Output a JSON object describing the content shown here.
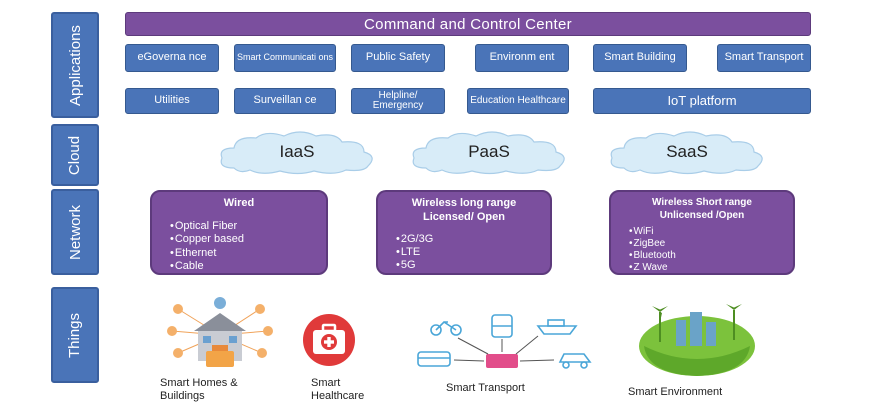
{
  "layers": [
    "Applications",
    "Cloud",
    "Network",
    "Things"
  ],
  "banner": "Command and Control Center",
  "apps_row1": [
    "eGoverna nce",
    "Smart Communicati ons",
    "Public Safety",
    "Environm ent",
    "Smart Building",
    "Smart Transport"
  ],
  "apps_row2": [
    "Utilities",
    "Surveillan ce",
    "Helpline/ Emergency",
    "Education Healthcare",
    "IoT platform"
  ],
  "clouds": [
    "IaaS",
    "PaaS",
    "SaaS"
  ],
  "networks": [
    {
      "title": "Wired",
      "items": [
        "Optical Fiber",
        "Copper based",
        "Ethernet",
        "Cable"
      ]
    },
    {
      "title": "Wireless long range Licensed/ Open",
      "items": [
        "2G/3G",
        "LTE",
        "5G"
      ]
    },
    {
      "title": "Wireless Short range Unlicensed /Open",
      "items": [
        "WiFi",
        "ZigBee",
        "Bluetooth",
        "Z Wave"
      ]
    }
  ],
  "things": [
    "Smart Homes & Buildings",
    "Smart Healthcare",
    "Smart Transport",
    "Smart Environment"
  ],
  "colors": {
    "blue": "#4a74b8",
    "purple": "#7b4f9e",
    "cloud": "#d8ecf8",
    "health_red": "#e03a3a",
    "eco_green": "#7cc23c"
  }
}
